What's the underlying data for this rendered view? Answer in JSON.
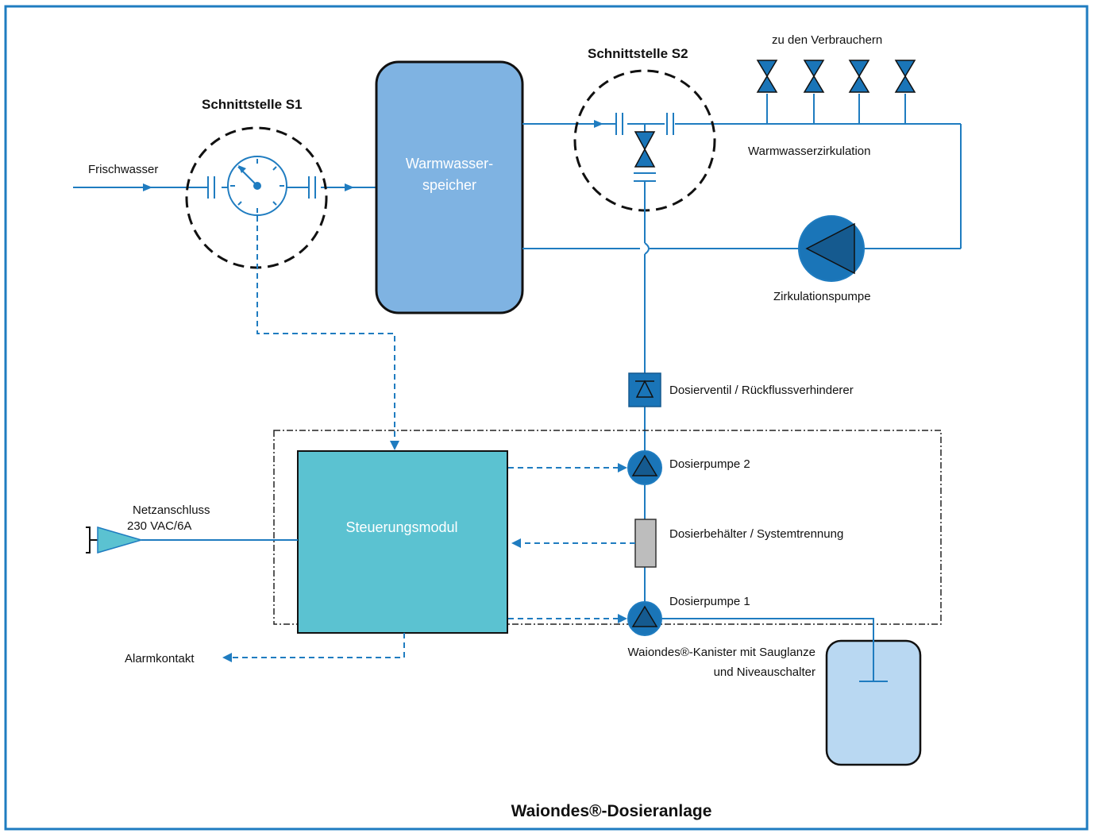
{
  "diagram": {
    "title": "Waiondes®-Dosieranlage",
    "interfaces": {
      "s1": "Schnittstelle S1",
      "s2": "Schnittstelle S2"
    },
    "labels": {
      "fresh_water": "Frischwasser",
      "storage_line1": "Warmwasser-",
      "storage_line2": "speicher",
      "consumers": "zu den Verbrauchern",
      "circulation": "Warmwasserzirkulation",
      "circulation_pump": "Zirkulationspumpe",
      "dosing_valve": "Dosierventil / Rückflussverhinderer",
      "dosing_pump_2": "Dosierpumpe 2",
      "dosing_tank": "Dosierbehälter / Systemtrennung",
      "dosing_pump_1": "Dosierpumpe 1",
      "control_module": "Steuerungsmodul",
      "power_line1": "Netzanschluss",
      "power_line2": "230 VAC/6A",
      "alarm": "Alarmkontakt",
      "canister_line1": "Waiondes®-Kanister mit Sauglanze",
      "canister_line2": "und Niveauschalter"
    },
    "colors": {
      "frame": "#1f7cc0",
      "pipe": "#1f7cc0",
      "storage_fill": "#7fb3e2",
      "control_fill": "#5bc2d1",
      "pump_fill": "#1a75b8",
      "pump_triangle": "#155a8f",
      "canister_fill": "#b9d8f2",
      "tank_fill": "#bdbdbd"
    }
  }
}
